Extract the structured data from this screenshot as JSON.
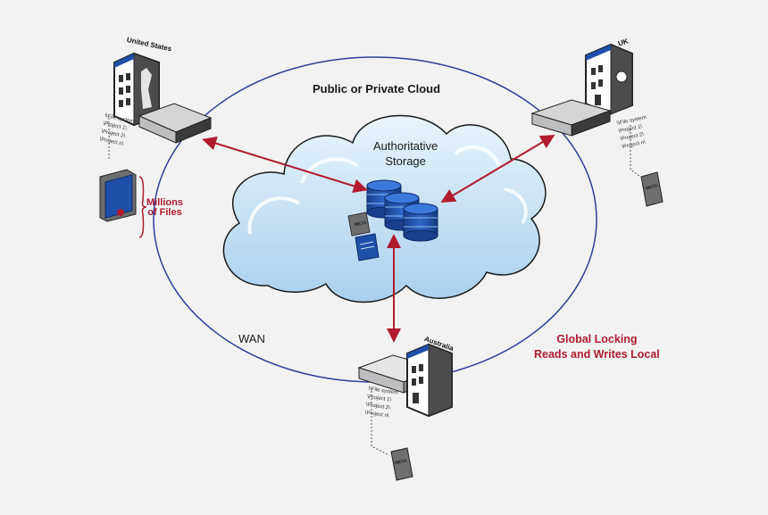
{
  "cloud": {
    "title": "Public or Private Cloud",
    "storage_line1": "Authoritative",
    "storage_line2": "Storage"
  },
  "labels": {
    "wan": "WAN",
    "global_line1": "Global Locking",
    "global_line2": "Reads and Writes Local",
    "millions_line1": "Millions",
    "millions_line2": "of Files"
  },
  "sites": {
    "us": "United States",
    "uk": "UK",
    "au": "Australia"
  },
  "tree": {
    "us": [
      "\\\\File system",
      "\\Project 1\\",
      "\\Project 2\\",
      "\\Project n\\"
    ],
    "uk": [
      "\\\\File system",
      "\\Project 1\\",
      "\\Project 2\\",
      "\\Project n\\"
    ],
    "au": [
      "\\\\File system",
      "\\Project 1\\",
      "\\Project 2\\",
      "\\Project n\\"
    ]
  },
  "meta_tag": "META",
  "colors": {
    "arrow": "#b01c2e",
    "ellipse": "#2e3f9a",
    "cloud_fill": "#bfdcf2",
    "database": "#1f4fa8",
    "accent_red": "#b01c2e"
  }
}
